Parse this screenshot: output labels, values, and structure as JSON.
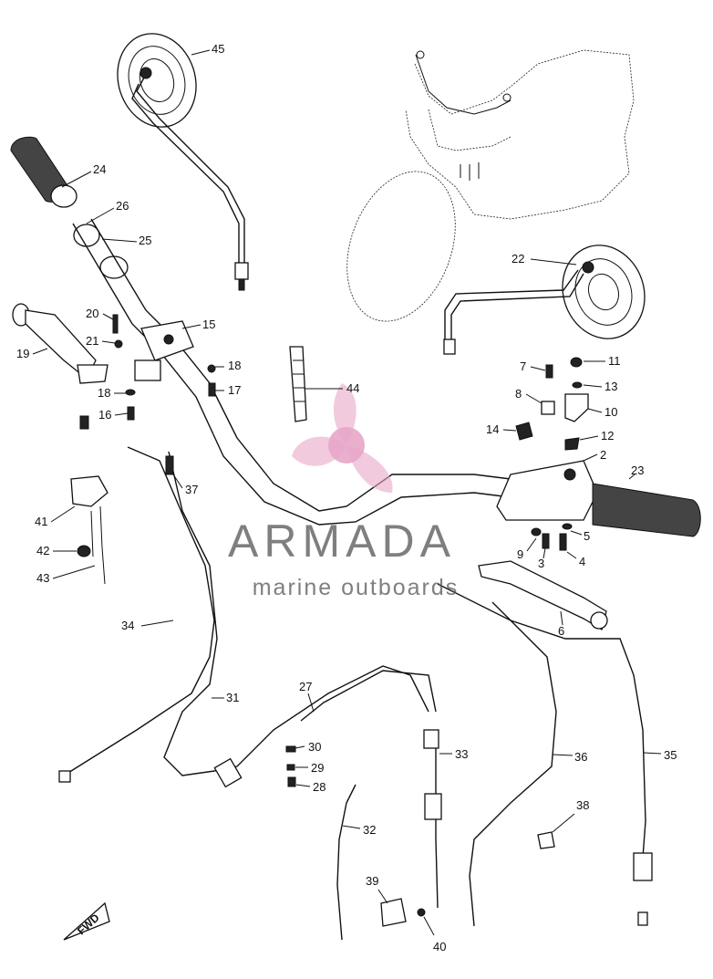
{
  "watermark": {
    "brand": "ARMADA",
    "tagline": "marine outboards",
    "brand_color": "#e7a6c8",
    "text_color": "#555555"
  },
  "fwd_badge": "FWD",
  "callouts": [
    {
      "id": "45",
      "label": "45"
    },
    {
      "id": "24",
      "label": "24"
    },
    {
      "id": "26",
      "label": "26"
    },
    {
      "id": "25",
      "label": "25"
    },
    {
      "id": "20",
      "label": "20"
    },
    {
      "id": "21",
      "label": "21"
    },
    {
      "id": "15",
      "label": "15"
    },
    {
      "id": "19",
      "label": "19"
    },
    {
      "id": "18a",
      "label": "18"
    },
    {
      "id": "18b",
      "label": "18"
    },
    {
      "id": "17",
      "label": "17"
    },
    {
      "id": "16",
      "label": "16"
    },
    {
      "id": "44",
      "label": "44"
    },
    {
      "id": "22",
      "label": "22"
    },
    {
      "id": "7",
      "label": "7"
    },
    {
      "id": "11",
      "label": "11"
    },
    {
      "id": "13",
      "label": "13"
    },
    {
      "id": "8",
      "label": "8"
    },
    {
      "id": "10",
      "label": "10"
    },
    {
      "id": "14",
      "label": "14"
    },
    {
      "id": "12",
      "label": "12"
    },
    {
      "id": "2",
      "label": "2"
    },
    {
      "id": "23",
      "label": "23"
    },
    {
      "id": "37",
      "label": "37"
    },
    {
      "id": "41",
      "label": "41"
    },
    {
      "id": "42",
      "label": "42"
    },
    {
      "id": "43",
      "label": "43"
    },
    {
      "id": "9",
      "label": "9"
    },
    {
      "id": "3",
      "label": "3"
    },
    {
      "id": "5",
      "label": "5"
    },
    {
      "id": "4",
      "label": "4"
    },
    {
      "id": "6",
      "label": "6"
    },
    {
      "id": "34",
      "label": "34"
    },
    {
      "id": "31",
      "label": "31"
    },
    {
      "id": "27",
      "label": "27"
    },
    {
      "id": "30",
      "label": "30"
    },
    {
      "id": "29",
      "label": "29"
    },
    {
      "id": "28",
      "label": "28"
    },
    {
      "id": "33",
      "label": "33"
    },
    {
      "id": "36",
      "label": "36"
    },
    {
      "id": "35",
      "label": "35"
    },
    {
      "id": "32",
      "label": "32"
    },
    {
      "id": "38",
      "label": "38"
    },
    {
      "id": "39",
      "label": "39"
    },
    {
      "id": "40",
      "label": "40"
    }
  ]
}
